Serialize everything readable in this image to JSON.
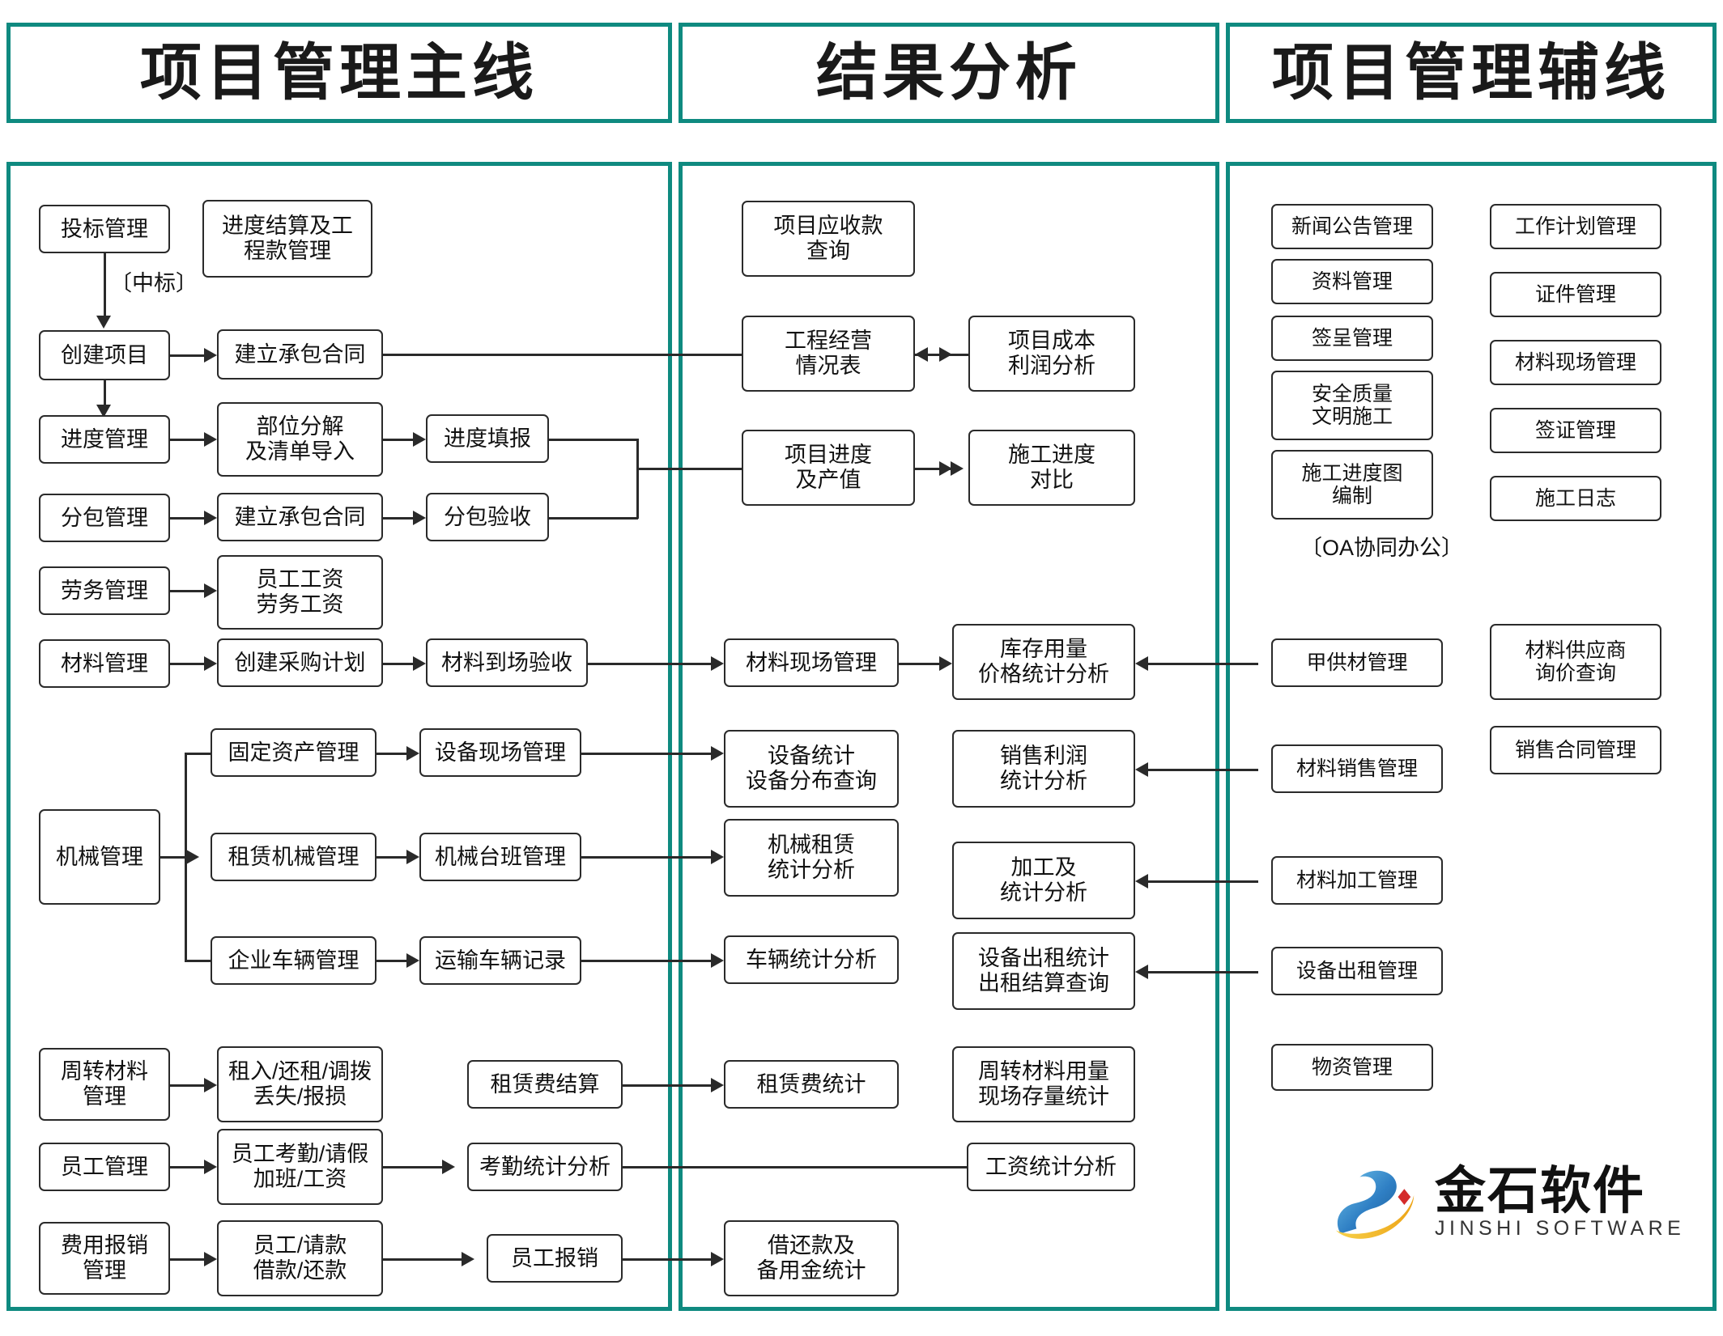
{
  "headers": [
    {
      "id": "main-line",
      "label": "项目管理主线"
    },
    {
      "id": "result",
      "label": "结果分析"
    },
    {
      "id": "aux-line",
      "label": "项目管理辅线"
    }
  ],
  "annotations": {
    "win_bid": "〔中标〕",
    "oa": "〔OA协同办公〕"
  },
  "brand": {
    "name_cn": "金石软件",
    "name_en": "JINSHI SOFTWARE",
    "colors": {
      "blue": "#2f7fc4",
      "gold": "#f0b323",
      "red": "#d42b2b",
      "accent": "#0f8a80"
    }
  },
  "columns": {
    "main_line": {
      "title": "项目管理主线",
      "nodes": [
        {
          "id": "bid-mgmt",
          "label": "投标管理"
        },
        {
          "id": "progress-settlement",
          "label": "进度结算及工\n程款管理"
        },
        {
          "id": "create-project",
          "label": "创建项目"
        },
        {
          "id": "setup-contract-1",
          "label": "建立承包合同"
        },
        {
          "id": "progress-mgmt",
          "label": "进度管理"
        },
        {
          "id": "part-breakdown",
          "label": "部位分解\n及清单导入"
        },
        {
          "id": "progress-report",
          "label": "进度填报"
        },
        {
          "id": "subcontract-mgmt",
          "label": "分包管理"
        },
        {
          "id": "setup-contract-2",
          "label": "建立承包合同"
        },
        {
          "id": "subcontract-accept",
          "label": "分包验收"
        },
        {
          "id": "labor-mgmt",
          "label": "劳务管理"
        },
        {
          "id": "staff-labor-wage",
          "label": "员工工资\n劳务工资"
        },
        {
          "id": "material-mgmt",
          "label": "材料管理"
        },
        {
          "id": "create-purchase-plan",
          "label": "创建采购计划"
        },
        {
          "id": "material-arrival",
          "label": "材料到场验收"
        },
        {
          "id": "machinery-mgmt",
          "label": "机械管理"
        },
        {
          "id": "fixed-asset-mgmt",
          "label": "固定资产管理"
        },
        {
          "id": "equip-site-mgmt",
          "label": "设备现场管理"
        },
        {
          "id": "lease-machine-mgmt",
          "label": "租赁机械管理"
        },
        {
          "id": "machine-shift-mgmt",
          "label": "机械台班管理"
        },
        {
          "id": "company-vehicle-mgmt",
          "label": "企业车辆管理"
        },
        {
          "id": "transport-record",
          "label": "运输车辆记录"
        },
        {
          "id": "turnover-material",
          "label": "周转材料\n管理"
        },
        {
          "id": "rent-return-transfer",
          "label": "租入/还租/调拨\n丢失/报损"
        },
        {
          "id": "lease-fee-settle",
          "label": "租赁费结算"
        },
        {
          "id": "employee-mgmt",
          "label": "员工管理"
        },
        {
          "id": "attendance-leave",
          "label": "员工考勤/请假\n加班/工资"
        },
        {
          "id": "attendance-stats",
          "label": "考勤统计分析"
        },
        {
          "id": "expense-reimb-mgmt",
          "label": "费用报销\n管理"
        },
        {
          "id": "staff-payment-loan",
          "label": "员工/请款\n借款/还款"
        },
        {
          "id": "employee-reimb",
          "label": "员工报销"
        }
      ]
    },
    "result_analysis": {
      "title": "结果分析",
      "nodes": [
        {
          "id": "project-receivable",
          "label": "项目应收款\n查询"
        },
        {
          "id": "project-ops-table",
          "label": "工程经营\n情况表"
        },
        {
          "id": "project-cost-profit",
          "label": "项目成本\n利润分析"
        },
        {
          "id": "project-progress-val",
          "label": "项目进度\n及产值"
        },
        {
          "id": "construction-compare",
          "label": "施工进度\n对比"
        },
        {
          "id": "material-site-mgmt",
          "label": "材料现场管理"
        },
        {
          "id": "stock-usage-price",
          "label": "库存用量\n价格统计分析"
        },
        {
          "id": "equip-stats-dist",
          "label": "设备统计\n设备分布查询"
        },
        {
          "id": "sales-profit-stats",
          "label": "销售利润\n统计分析"
        },
        {
          "id": "machine-lease-stats",
          "label": "机械租赁\n统计分析"
        },
        {
          "id": "process-stats",
          "label": "加工及\n统计分析"
        },
        {
          "id": "vehicle-stats",
          "label": "车辆统计分析"
        },
        {
          "id": "equip-rent-stats",
          "label": "设备出租统计\n出租结算查询"
        },
        {
          "id": "lease-fee-stats",
          "label": "租赁费统计"
        },
        {
          "id": "turnover-usage-stats",
          "label": "周转材料用量\n现场存量统计"
        },
        {
          "id": "wage-stats",
          "label": "工资统计分析"
        },
        {
          "id": "loan-reserve-stats",
          "label": "借还款及\n备用金统计"
        }
      ]
    },
    "aux_line": {
      "title": "项目管理辅线",
      "oa_label": "〔OA协同办公〕",
      "nodes": [
        {
          "id": "news-notice-mgmt",
          "label": "新闻公告管理"
        },
        {
          "id": "work-plan-mgmt",
          "label": "工作计划管理"
        },
        {
          "id": "document-mgmt",
          "label": "资料管理"
        },
        {
          "id": "certificate-mgmt",
          "label": "证件管理"
        },
        {
          "id": "submission-mgmt",
          "label": "签呈管理"
        },
        {
          "id": "material-site-mgmt-2",
          "label": "材料现场管理"
        },
        {
          "id": "safety-quality",
          "label": "安全质量\n文明施工"
        },
        {
          "id": "visa-mgmt",
          "label": "签证管理"
        },
        {
          "id": "schedule-chart",
          "label": "施工进度图\n编制"
        },
        {
          "id": "construction-log",
          "label": "施工日志"
        },
        {
          "id": "owner-material-mgmt",
          "label": "甲供材管理"
        },
        {
          "id": "supplier-inquiry",
          "label": "材料供应商\n询价查询"
        },
        {
          "id": "material-sales-mgmt",
          "label": "材料销售管理"
        },
        {
          "id": "sales-contract-mgmt",
          "label": "销售合同管理"
        },
        {
          "id": "material-process-mgmt",
          "label": "材料加工管理"
        },
        {
          "id": "equip-rent-mgmt",
          "label": "设备出租管理"
        },
        {
          "id": "supplies-mgmt",
          "label": "物资管理"
        }
      ]
    }
  }
}
